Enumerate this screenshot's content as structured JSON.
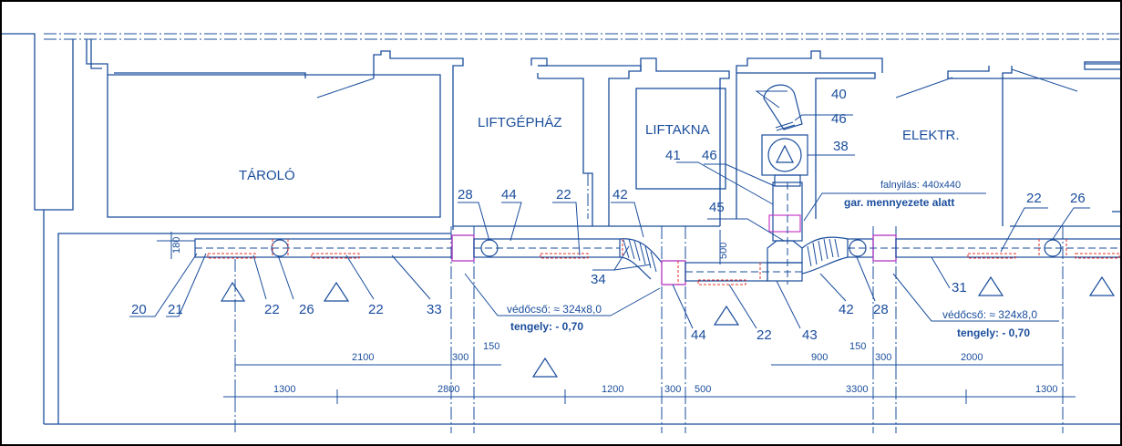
{
  "rooms": {
    "taroló": "TÁROLÓ",
    "liftgephaz": "LIFTGÉPHÁZ",
    "liftakna": "LIFTAKNA",
    "elektr": "ELEKTR."
  },
  "callouts": {
    "n20": "20",
    "n21": "21",
    "n22a": "22",
    "n26a": "26",
    "n22b": "22",
    "n33": "33",
    "n28a": "28",
    "n44a": "44",
    "n22c": "22",
    "n42a": "42",
    "n34": "34",
    "n44b": "44",
    "n22d": "22",
    "n43": "43",
    "n42b": "42",
    "n28b": "28",
    "n31": "31",
    "n22e": "22",
    "n26b": "26",
    "n40": "40",
    "n46a": "46",
    "n38": "38",
    "n41": "41",
    "n46b": "46",
    "n45": "45"
  },
  "notes": {
    "falnyilas": "falnyilás: 440x440",
    "gar": "gar. mennyezete alatt",
    "vedocso1": "védőcső: ≈ 324x8,0",
    "tengely1": "tengely: - 0,70",
    "vedocso2": "védőcső: ≈ 324x8,0",
    "tengely2": "tengely: - 0,70"
  },
  "dimensions": {
    "d180": "180",
    "d500": "500",
    "row1": [
      "2100",
      "300",
      "150",
      "900",
      "150",
      "300",
      "2000"
    ],
    "row2": [
      "1300",
      "2800",
      "1200",
      "300",
      "500",
      "3300",
      "1300"
    ]
  },
  "colors": {
    "background": "#ffffff",
    "line": "#1a4d9c",
    "accent_red": "#e0302a",
    "accent_magenta": "#c83cc8",
    "border": "#000000"
  }
}
